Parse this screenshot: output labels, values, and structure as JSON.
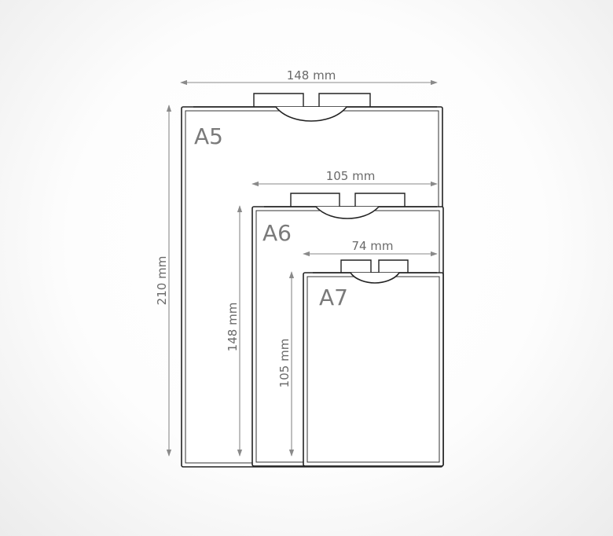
{
  "labels": {
    "a5": "A5",
    "a6": "A6",
    "a7": "A7"
  },
  "dimensions": {
    "a5_width": "148 mm",
    "a5_height": "210 mm",
    "a6_width": "105 mm",
    "a6_height": "148 mm",
    "a7_width": "74 mm",
    "a7_height": "105 mm"
  },
  "colors": {
    "outline": "#222222",
    "dimension": "#8a8a8a",
    "label": "#7a7a7a"
  }
}
